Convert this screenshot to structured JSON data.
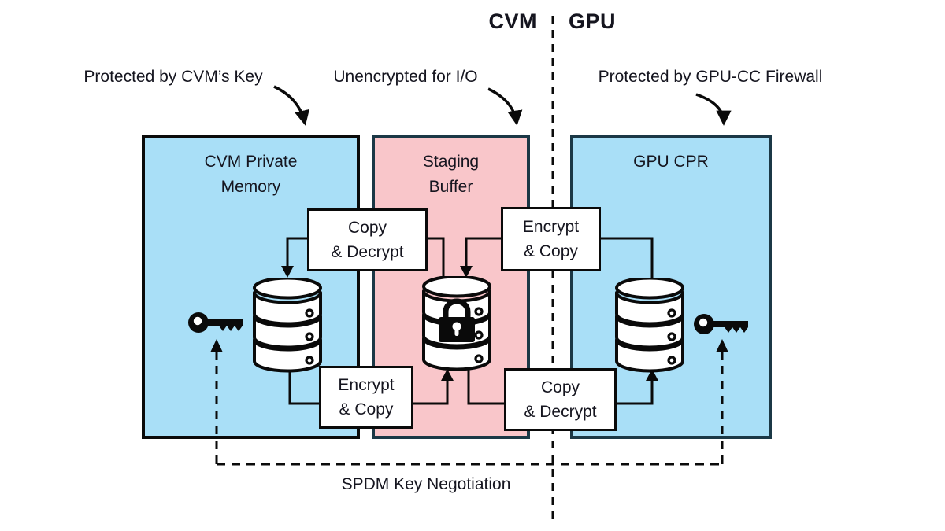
{
  "header": {
    "left_domain": "CVM",
    "right_domain": "GPU"
  },
  "annotations": {
    "cvm_key": "Protected by CVM’s Key",
    "unencrypted": "Unencrypted for I/O",
    "gpu_firewall": "Protected by GPU-CC Firewall",
    "spdm": "SPDM Key Negotiation"
  },
  "regions": {
    "cvm_private_memory": {
      "title": "CVM Private\nMemory",
      "fill": "#A9DFF7",
      "border": "#0A0A0A"
    },
    "staging_buffer": {
      "title": "Staging\nBuffer",
      "fill": "#F9C6CA",
      "border": "#1B3846"
    },
    "gpu_cpr": {
      "title": "GPU CPR",
      "fill": "#A9DFF7",
      "border": "#1B3846"
    }
  },
  "operations": {
    "top_left": "Copy\n& Decrypt",
    "top_right": "Encrypt\n& Copy",
    "bottom_left": "Encrypt\n& Copy",
    "bottom_right": "Copy\n& Decrypt"
  },
  "icons": {
    "left_key": "key-icon",
    "right_key": "key-icon",
    "left_database": "database-icon",
    "middle_database": "database-with-padlock-icon",
    "right_database": "database-icon",
    "padlock": "padlock-icon"
  },
  "colors": {
    "blue_fill": "#A9DFF7",
    "pink_fill": "#F9C6CA",
    "dark_border": "#1B3846",
    "black": "#0A0A0A"
  }
}
